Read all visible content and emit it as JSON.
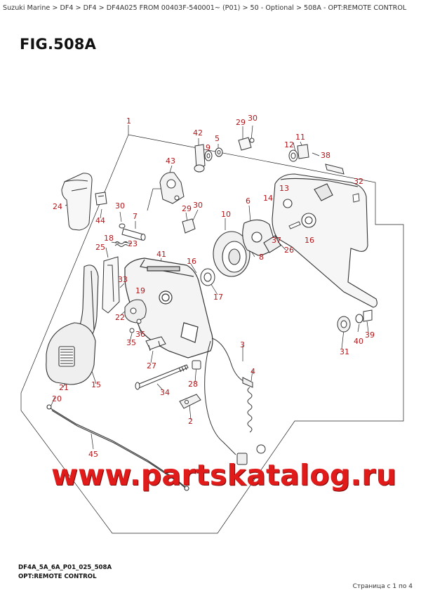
{
  "breadcrumb": "Suzuki Marine > DF4 > DF4 > DF4A025 FROM 00403F-540001~ (P01) > 50 - Optional > 508A - OPT:REMOTE CONTROL",
  "figure_title": "FIG.508A",
  "diagram_code": "DF4A_5A_6A_P01_025_508A",
  "caption": "OPT:REMOTE CONTROL",
  "watermark": "www.partskatalog.ru",
  "page_info": "Страница с 1 по 4",
  "accent_color": "#b3161a",
  "callouts": [
    "1",
    "2",
    "3",
    "4",
    "5",
    "6",
    "7",
    "8",
    "9",
    "10",
    "11",
    "12",
    "13",
    "14",
    "15",
    "16",
    "16",
    "17",
    "18",
    "19",
    "20",
    "21",
    "22",
    "23",
    "24",
    "25",
    "26",
    "27",
    "28",
    "29",
    "29",
    "30",
    "30",
    "30",
    "31",
    "32",
    "33",
    "34",
    "35",
    "36",
    "37",
    "38",
    "39",
    "40",
    "41",
    "42",
    "43",
    "44",
    "45"
  ]
}
